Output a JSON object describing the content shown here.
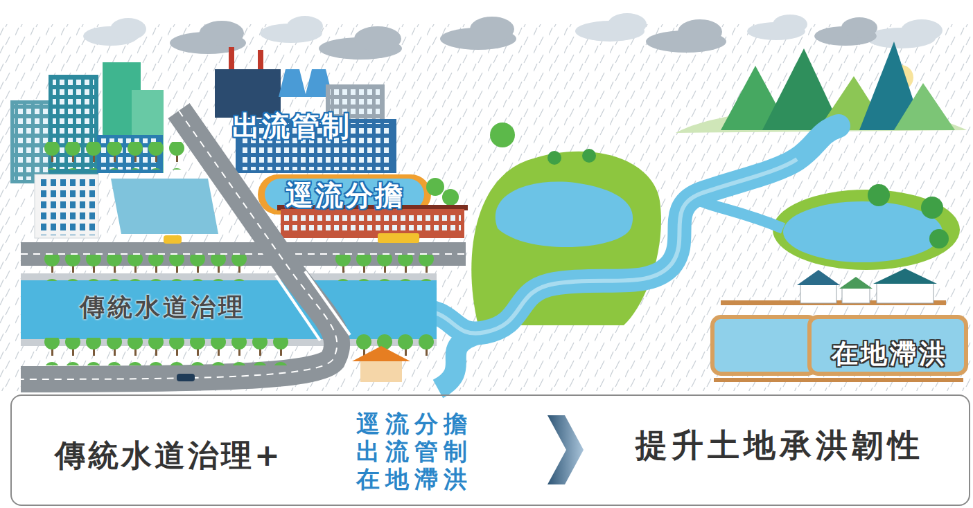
{
  "diagram": {
    "nodes": [
      {
        "text": [
          "傳統水道治理+",
          "逕流分擔",
          "出流管制",
          "在地滯洪",
          "提升土地承洪韌性"
        ]
      }
    ],
    "labels": [
      "出流管制",
      "逕流分擔",
      "傳統水道治理",
      "在地滯洪"
    ]
  }
}
